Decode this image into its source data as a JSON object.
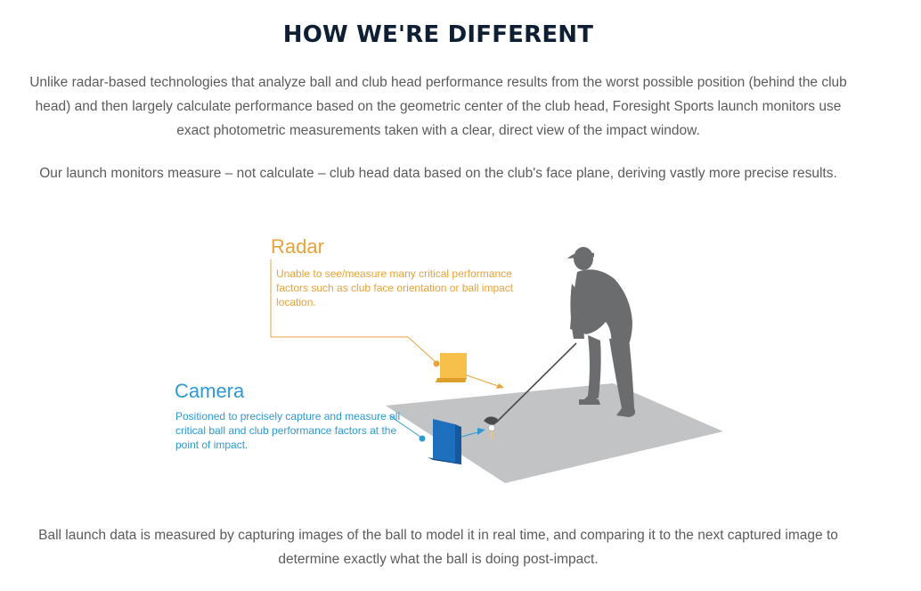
{
  "section": {
    "title": "HOW WE'RE DIFFERENT",
    "paragraph_1": "Unlike radar-based technologies that analyze ball and club head performance results from the worst possible position (behind the club head) and then largely calculate performance based on the geometric center of the club head, Foresight Sports launch monitors use exact photometric measurements taken with a clear, direct view of the impact window.",
    "paragraph_2": "Our launch monitors measure – not calculate – club head data based on the club's face plane, deriving vastly more precise results.",
    "paragraph_3": "Ball launch data is measured by capturing images of the ball to model it in real time, and comparing it to the next captured image to determine exactly what the ball is doing post-impact."
  },
  "diagram": {
    "radar": {
      "label": "Radar",
      "description": "Unable to see/measure many critical performance factors such as club face orientation or ball impact location.",
      "color": "#e8a33a"
    },
    "camera": {
      "label": "Camera",
      "description": "Positioned to precisely capture and measure all critical ball and club performance factors at the point of impact.",
      "color": "#2d9ad2"
    },
    "golfer_color": "#6b6c6e",
    "mat_color": "#c2c3c5"
  }
}
